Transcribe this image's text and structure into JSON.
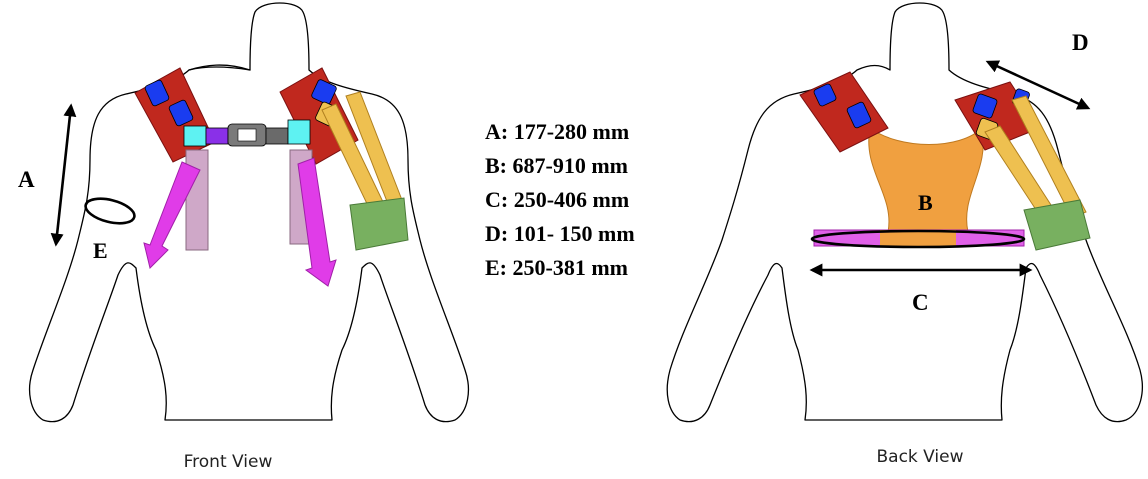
{
  "figure": {
    "front_caption": "Front View",
    "back_caption": "Back View",
    "labels": {
      "A": "A",
      "B": "B",
      "C": "C",
      "D": "D",
      "E": "E"
    },
    "measurements": [
      "A: 177-280 mm",
      "B: 687-910 mm",
      "C: 250-406 mm",
      "D: 101- 150 mm",
      "E: 250-381 mm"
    ]
  },
  "colors": {
    "shoulder_pad": "#c0281e",
    "motor": "#1a3cf0",
    "buckle": "#8a30e8",
    "clip": "#5ef2f2",
    "strap_magenta": "#e03ce8",
    "strap_pink": "#cfa8c8",
    "strap_yellow": "#eec050",
    "arm_band": "#78b060",
    "back_panel": "#f0a040",
    "waist_band": "#e060e8"
  }
}
